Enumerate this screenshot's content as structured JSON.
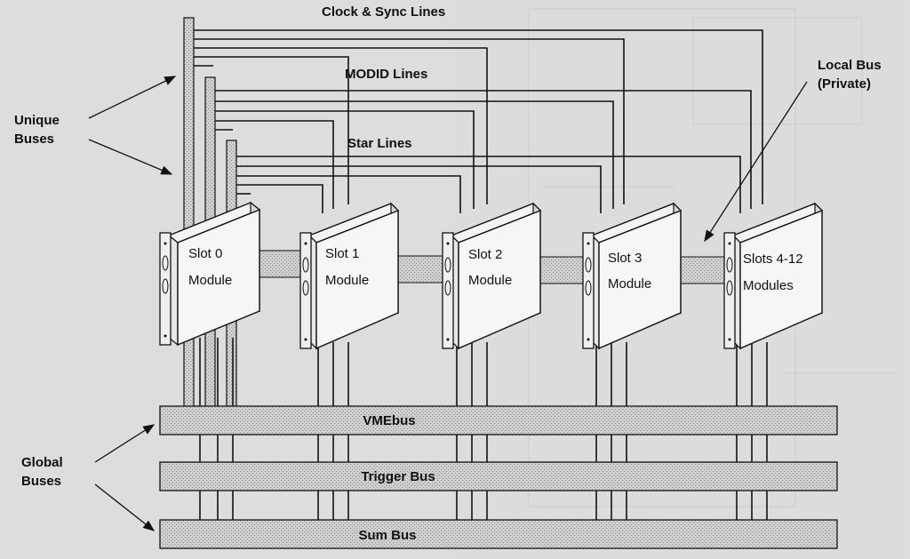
{
  "labels": {
    "clock_sync": "Clock & Sync Lines",
    "modid": "MODID Lines",
    "star": "Star Lines",
    "unique_line1": "Unique",
    "unique_line2": "Buses",
    "global_line1": "Global",
    "global_line2": "Buses",
    "local_bus_line1": "Local Bus",
    "local_bus_line2": "(Private)"
  },
  "modules": [
    {
      "line1": "Slot 0",
      "line2": "Module"
    },
    {
      "line1": "Slot 1",
      "line2": "Module"
    },
    {
      "line1": "Slot 2",
      "line2": "Module"
    },
    {
      "line1": "Slot 3",
      "line2": "Module"
    },
    {
      "line1": "Slots 4-12",
      "line2": "Modules"
    }
  ],
  "global_buses": [
    "VMEbus",
    "Trigger Bus",
    "Sum Bus"
  ],
  "colors": {
    "background": "#dedede",
    "ink": "#111111",
    "bus_fill": "#bdbdbd"
  }
}
